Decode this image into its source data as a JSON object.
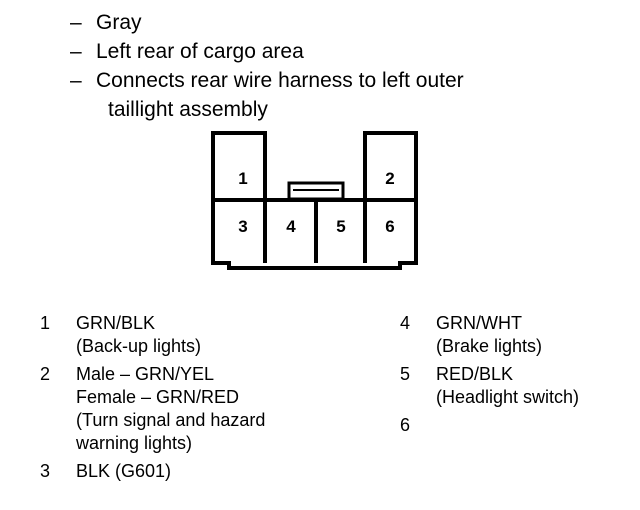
{
  "header": {
    "lines": [
      {
        "dash": "–",
        "text": "Gray"
      },
      {
        "dash": "–",
        "text": "Left rear of cargo area"
      },
      {
        "dash": "–",
        "text": "Connects rear wire harness to left outer"
      },
      {
        "dash": "",
        "text": "taillight assembly"
      }
    ]
  },
  "connector": {
    "pins": [
      {
        "number": "1"
      },
      {
        "number": "2"
      },
      {
        "number": "3"
      },
      {
        "number": "4"
      },
      {
        "number": "5"
      },
      {
        "number": "6"
      }
    ]
  },
  "legend": {
    "left": [
      {
        "number": "1",
        "lines": [
          "GRN/BLK",
          "(Back-up lights)"
        ]
      },
      {
        "number": "2",
        "lines": [
          "Male – GRN/YEL",
          "Female – GRN/RED",
          "(Turn signal and hazard",
          "warning lights)"
        ]
      },
      {
        "number": "3",
        "lines": [
          "BLK (G601)"
        ]
      }
    ],
    "right": [
      {
        "number": "4",
        "lines": [
          "GRN/WHT",
          "(Brake lights)"
        ]
      },
      {
        "number": "5",
        "lines": [
          "RED/BLK",
          "(Headlight switch)"
        ]
      },
      {
        "number": "6",
        "lines": [
          ""
        ]
      }
    ]
  }
}
